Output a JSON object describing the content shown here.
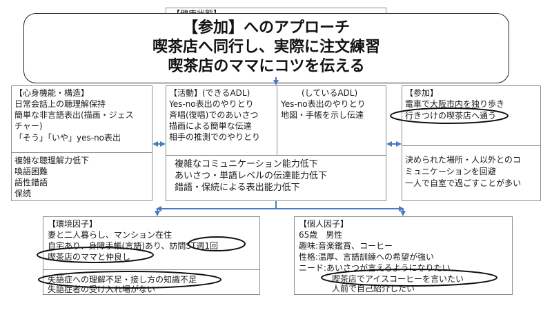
{
  "health": {
    "title": "【健康状態】"
  },
  "banner": {
    "line1": "【参加】へのアプローチ",
    "line2": "喫茶店へ同行し、実際に注文練習",
    "line3": "喫茶店のママにコツを伝える"
  },
  "body_function": {
    "title": "【心身機能・構造】",
    "positives": [
      "日常会話上の聴理解保持",
      "簡単な非言語表出(描画・ジェス",
      "チャー)",
      "「そう」「いや」yes-no表出"
    ],
    "negatives": [
      "複雑な聴理解力低下",
      "喚語困難",
      "語性錯語",
      "保続"
    ]
  },
  "activity": {
    "title": "【活動】(できるADL)",
    "performing_title": "(しているADL)",
    "can": [
      "Yes-no表出のやりとり",
      "斉唱(復唱)でのあいさつ",
      "描画による簡単な伝達",
      "相手の推測でのやりとり"
    ],
    "performing": [
      "Yes-no表出のやりとり",
      "地図・手帳を示し伝達"
    ],
    "negatives": [
      "複雑なコミュニケーション能力低下",
      "あいさつ・単語レベルの伝達能力低下",
      "錯語・保続による表出能力低下"
    ]
  },
  "participation": {
    "title": "【参加】",
    "positives": [
      "電車で大阪市内を独り歩き",
      "行きつけの喫茶店へ通う"
    ],
    "negatives": [
      "決められた場所・人以外とのコ",
      "ミュニケーションを回避",
      "一人で自室で過ごすことが多い"
    ]
  },
  "environment": {
    "title": "【環境因子】",
    "positives": [
      "妻と二人暮らし、マンション在住",
      "自宅あり、身障手帳(言語)あり、訪問ST週1回",
      "喫茶店のママと仲良し"
    ],
    "negatives": [
      "失語症への理解不足・接し方の知識不足",
      "失語症者の受け入れ場がない"
    ]
  },
  "personal": {
    "title": "【個人因子】",
    "lines": [
      "65歳　男性",
      "趣味:音楽鑑賞、コーヒー",
      "性格:温厚、言語訓練への希望が強い",
      "ニード:あいさつが言えるようになりたい",
      "　　　　喫茶店でアイスコーヒーを言いたい",
      "　　　　人前で自己紹介したい"
    ]
  },
  "colors": {
    "arrow": "#4a7ac7",
    "border": "#8c8c8c",
    "ellipse": "#111111"
  }
}
